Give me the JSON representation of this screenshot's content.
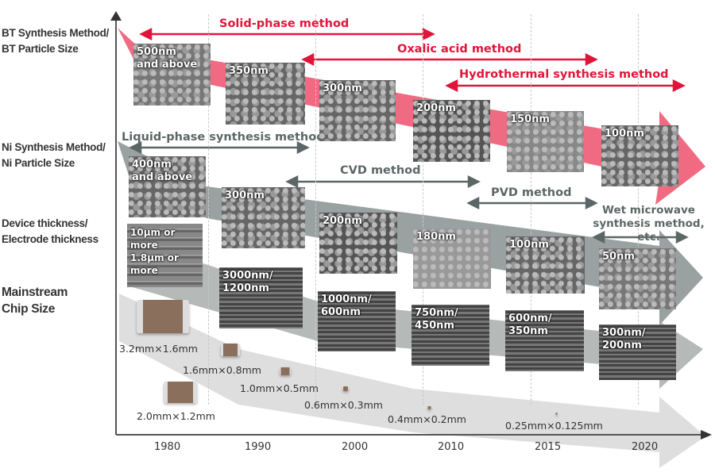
{
  "row_labels": {
    "bt": "BT Synthesis Method/\nBT Particle Size",
    "ni": "Ni Synthesis Method/\nNi Particle Size",
    "device": "Device thickness/\nElectrode thickness",
    "chip": "Mainstream\nChip Size"
  },
  "years": [
    "1980",
    "1990",
    "2000",
    "2010",
    "2015",
    "2020"
  ],
  "bt_methods": [
    "Solid-phase method",
    "Oxalic acid method",
    "Hydrothermal synthesis method"
  ],
  "ni_methods": [
    "Liquid-phase synthesis method",
    "CVD method",
    "PVD method",
    "Wet microwave\nsynthesis method, etc."
  ],
  "bt_sizes": [
    "500nm\nand above",
    "350nm",
    "300nm",
    "200nm",
    "150nm",
    "100nm"
  ],
  "ni_sizes": [
    "400nm\nand above",
    "300nm",
    "200nm",
    "180nm",
    "100nm",
    "50nm"
  ],
  "device_thickness": [
    "10µm or more\n1.8µm or more",
    "3000nm/\n1200nm",
    "1000nm/\n600nm",
    "750nm/\n450nm",
    "600nm/\n350nm",
    "300nm/\n200nm"
  ],
  "chip_sizes": [
    "3.2mm×1.6mm",
    "2.0mm×1.2mm",
    "1.6mm×0.8mm",
    "1.0mm×0.5mm",
    "0.6mm×0.3mm",
    "0.4mm×0.2mm",
    "0.25mm×0.125mm"
  ],
  "colors": {
    "red": "#e0153a",
    "band_red": "#f06a82",
    "grey": "#5b6766",
    "band_grey": "#9aa2a1",
    "band_light": "#dcdcdc"
  }
}
